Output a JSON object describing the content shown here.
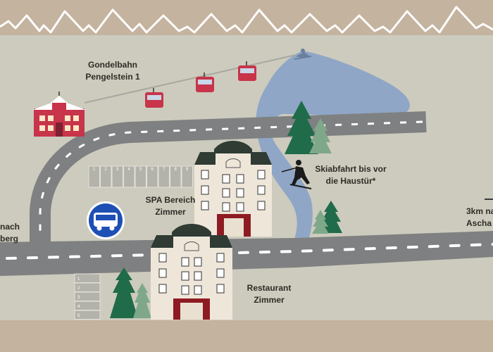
{
  "colors": {
    "sky_band": "#c4b39f",
    "ground": "#cdcbbd",
    "road": "#7f8081",
    "road_dash": "#ffffff",
    "slope": "#8fa6c6",
    "tree_dark": "#1f6b4a",
    "tree_light": "#7fa88a",
    "cabin": "#c8344a",
    "bus_sign": "#1d4fb5",
    "hotel_wall": "#efe6da",
    "hotel_roof": "#2f3b33",
    "hotel_door": "#8e1b22",
    "school_house": "#c8344a",
    "parking": "#b3b3ab"
  },
  "labels": {
    "gondola_line1": "Gondelbahn",
    "gondola_line2": "Pengelstein 1",
    "spa_line1": "SPA Bereich",
    "spa_line2": "Zimmer",
    "ski_line1": "Skiabfahrt bis vor",
    "ski_line2": "die Haustür*",
    "restaurant_line1": "Restaurant",
    "restaurant_line2": "Zimmer",
    "left_line1": "nach",
    "left_line2": "berg",
    "right_line1": "3km na",
    "right_line2": "Ascha"
  },
  "parking_numbers_top": [
    "1",
    "2",
    "3",
    "4",
    "5",
    "6",
    "7",
    "8",
    "9"
  ],
  "parking_numbers_side": [
    "1",
    "2",
    "3",
    "4",
    "5"
  ],
  "icons": {
    "bus": "bus-icon",
    "skier": "skier-icon",
    "gondola": "gondola-cabin-icon",
    "tree": "fir-tree-icon",
    "mountains": "mountain-range-icon"
  }
}
